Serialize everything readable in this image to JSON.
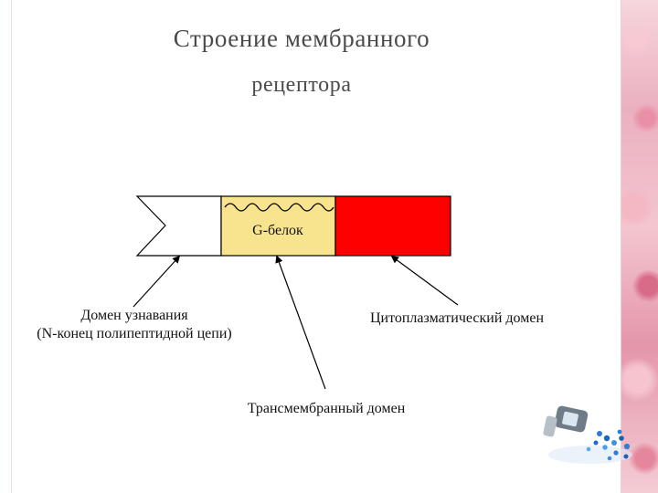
{
  "title": {
    "line1": "Строение мембранного",
    "line2": "рецептора"
  },
  "diagram": {
    "g_protein_label": "G-белок",
    "labels": {
      "recognition_domain_line1": "Домен узнавания",
      "recognition_domain_line2": "(N-конец полипептидной цепи)",
      "cytoplasmic_domain": "Цитоплазматический домен",
      "transmembrane_domain": "Трансмембранный домен"
    },
    "colors": {
      "yellow_segment": "#f8e48e",
      "red_segment": "#ff0000",
      "outline": "#000000"
    }
  },
  "decor": {
    "right_panel": "pink-floral-panel",
    "bottom_right_illustration": "pill-bottle-icon"
  }
}
